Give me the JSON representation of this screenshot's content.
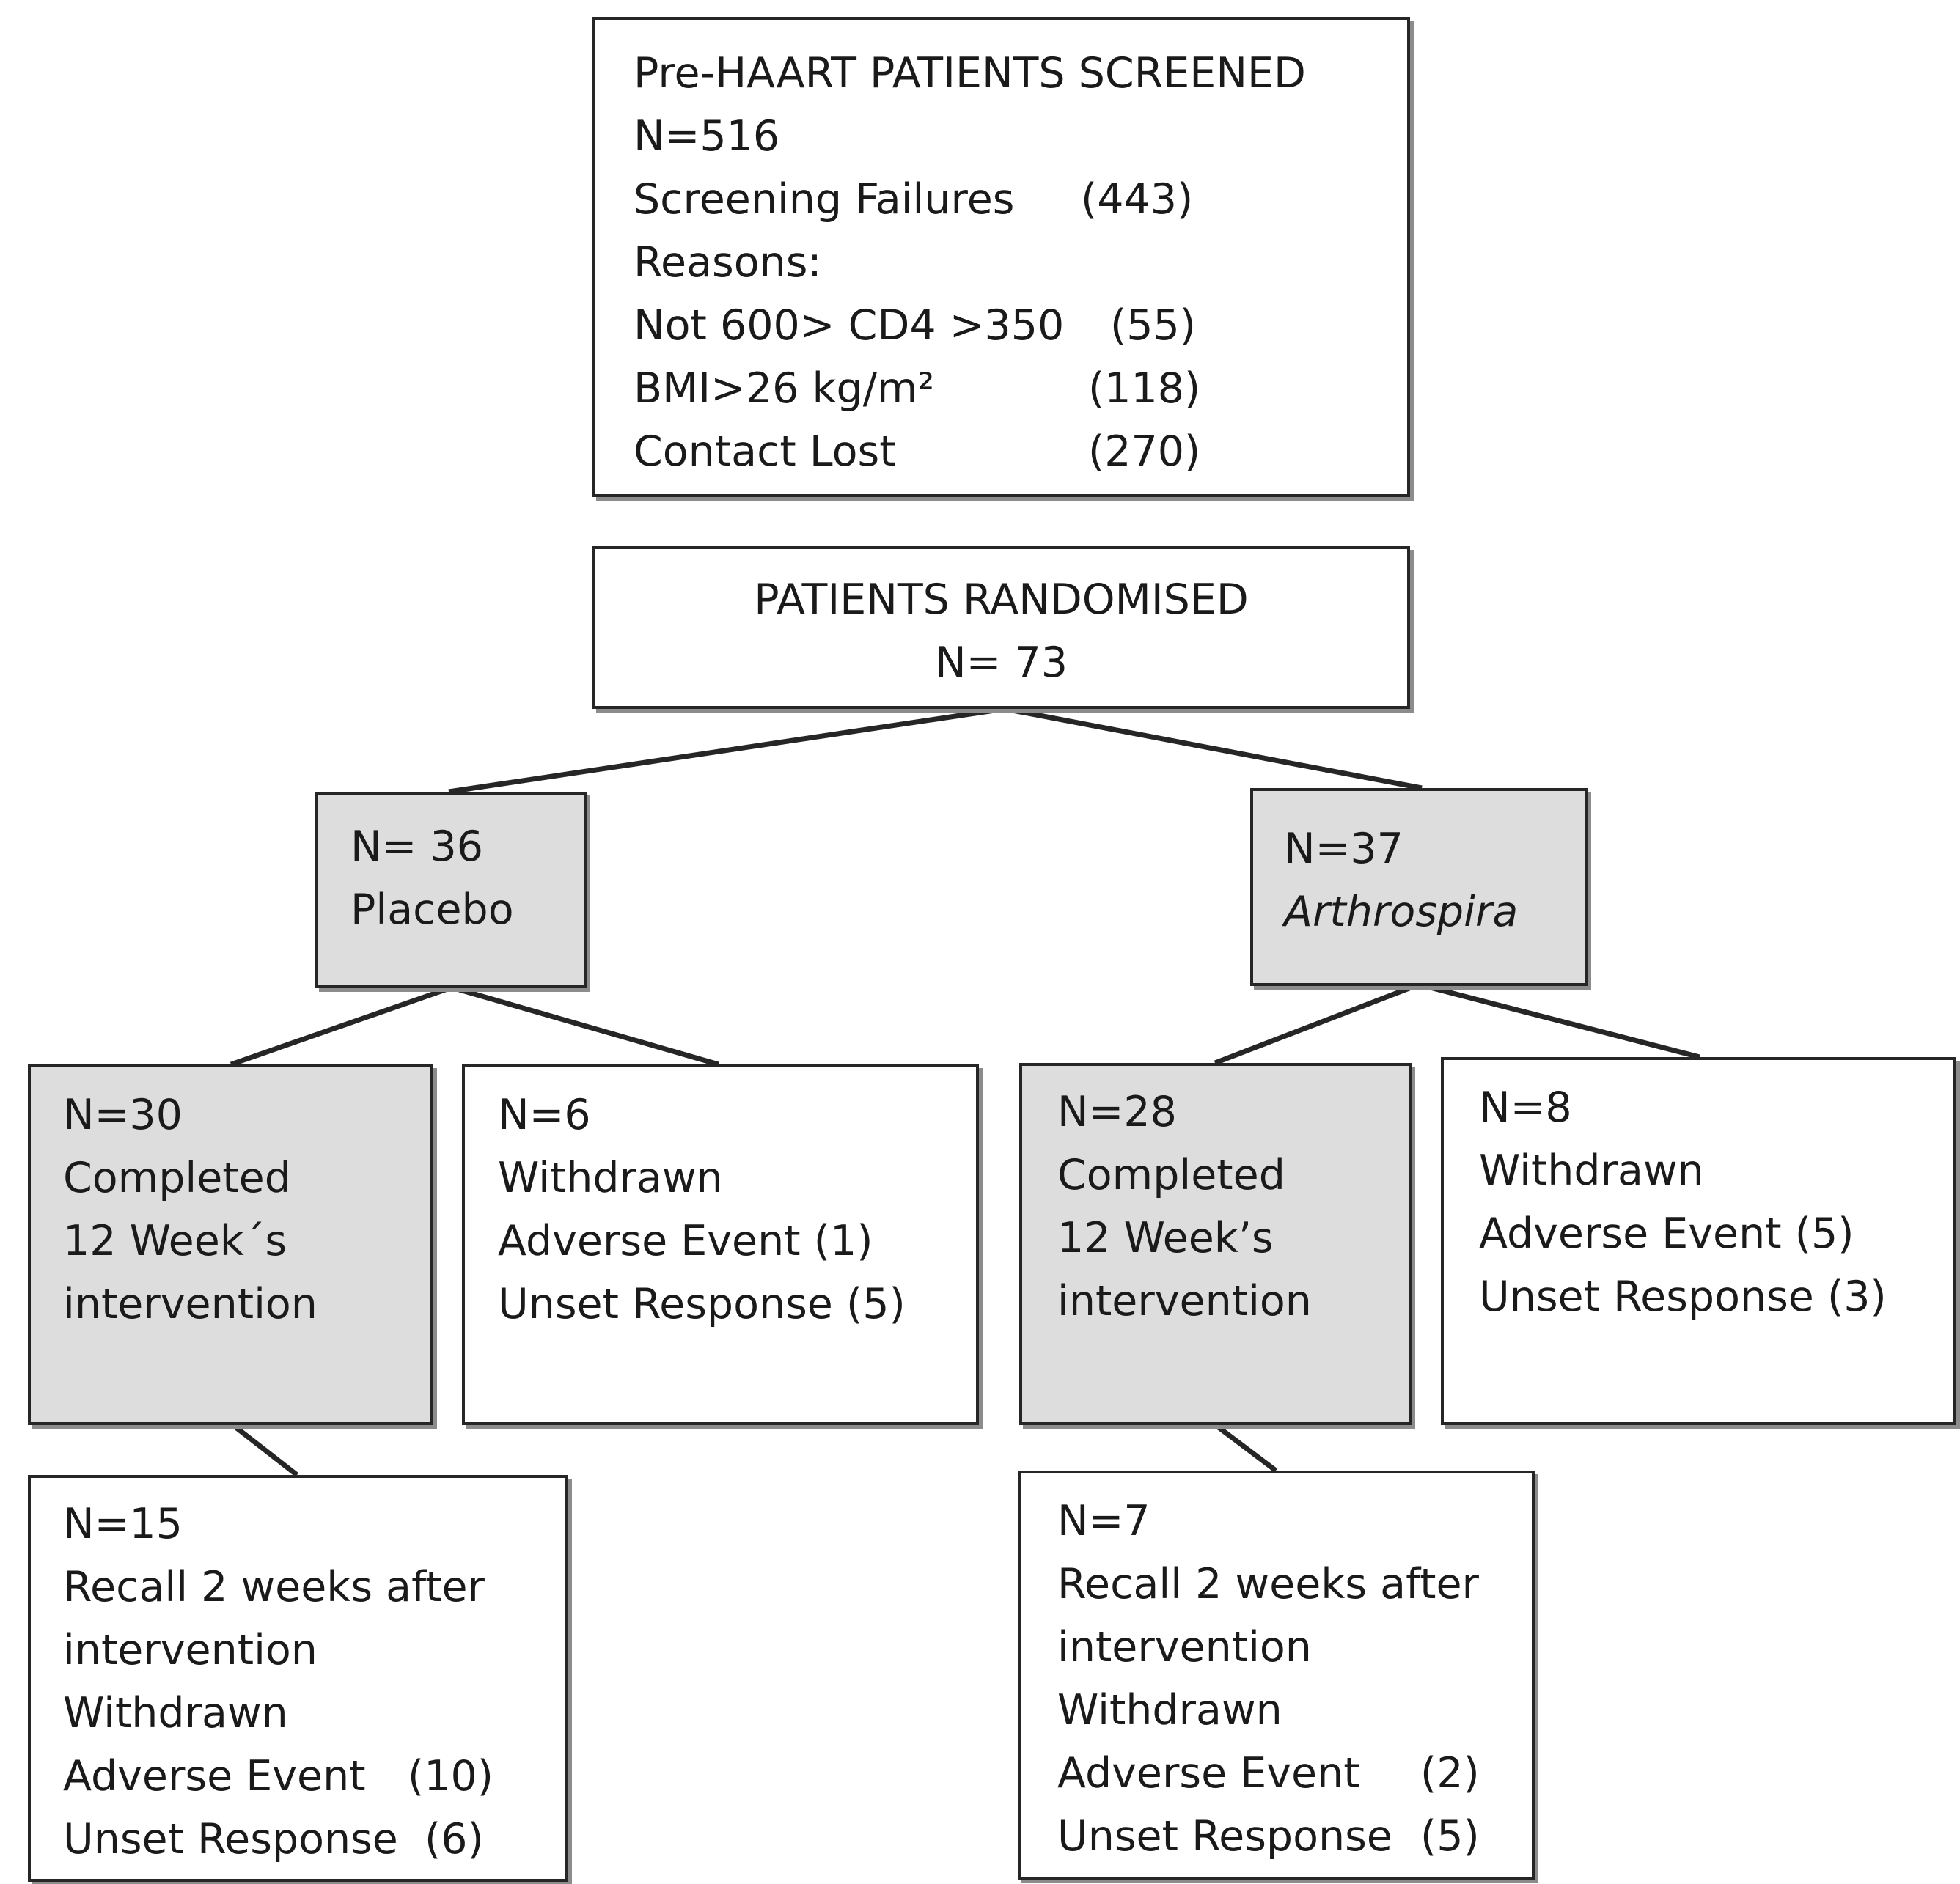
{
  "screened": {
    "title": "Pre-HAART PATIENTS SCREENED",
    "n": "N=516",
    "failures_label": "Screening Failures",
    "failures_value": "(443)",
    "reasons_label": "Reasons:",
    "reasons": [
      {
        "label": "Not 600> CD4 >350",
        "value": "(55)"
      },
      {
        "label": "BMI>26 kg/m²",
        "value": "(118)"
      },
      {
        "label": "Contact Lost",
        "value": "(270)"
      }
    ]
  },
  "randomised": {
    "title": "PATIENTS RANDOMISED",
    "n": "N= 73"
  },
  "placebo": {
    "n": "N= 36",
    "label": "Placebo"
  },
  "arthrospira": {
    "n": "N=37",
    "label": "Arthrospira"
  },
  "placebo_completed": {
    "n": "N=30",
    "line1": "Completed",
    "line2": "12 Week´s",
    "line3": "intervention"
  },
  "placebo_withdrawn": {
    "n": "N=6",
    "line1": "Withdrawn",
    "line2": "Adverse Event (1)",
    "line3": "Unset Response (5)"
  },
  "arthrospira_completed": {
    "n": "N=28",
    "line1": "Completed",
    "line2": "12 Week’s",
    "line3": "intervention"
  },
  "arthrospira_withdrawn": {
    "n": "N=8",
    "line1": "Withdrawn",
    "line2": "Adverse Event (5)",
    "line3": "Unset Response (3)"
  },
  "placebo_recall": {
    "n": "N=15",
    "line1": "Recall 2 weeks after",
    "line2": "intervention",
    "line3": "Withdrawn",
    "ae_label": "Adverse Event",
    "ae_value": "(10)",
    "ur_label": "Unset Response",
    "ur_value": "(6)"
  },
  "arthrospira_recall": {
    "n": "N=7",
    "line1": "Recall 2 weeks after",
    "line2": "intervention",
    "line3": "Withdrawn",
    "ae_label": "Adverse Event",
    "ae_value": "(2)",
    "ur_label": "Unset Response",
    "ur_value": "(5)"
  }
}
